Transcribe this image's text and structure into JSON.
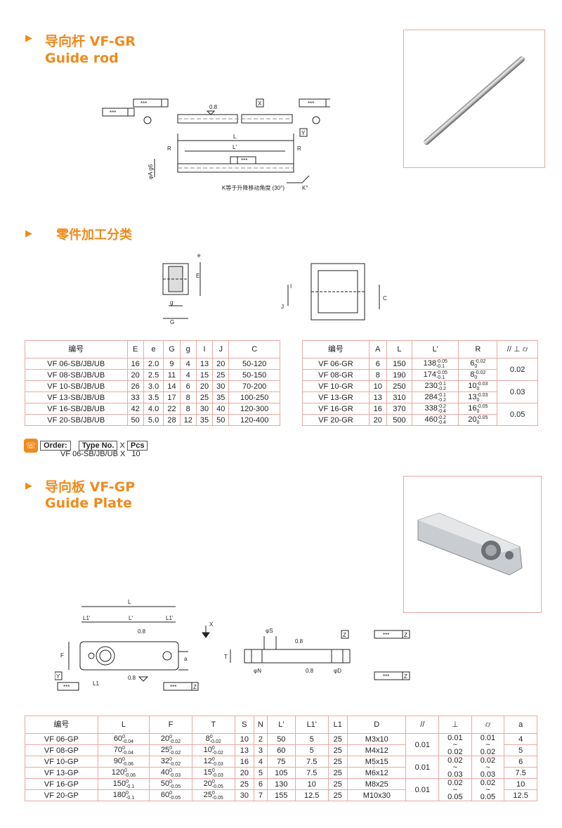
{
  "sec1": {
    "title_cn": "导向杆 VF-GR",
    "title_en": "Guide rod"
  },
  "sec1_drawing": {
    "datum_x": "X",
    "datum_y": "Y",
    "stars": "***",
    "finish": "0.8",
    "dim_L": "L",
    "dim_Lp": "L'",
    "dim_R1": "R",
    "dim_R2": "R",
    "dim_diam": "φA g6",
    "note": "K等于升降移动角度 (30°)",
    "k_angle": "K°"
  },
  "sec2": {
    "title_cn": "零件加工分类"
  },
  "sec2_drawing": {
    "e": "e",
    "E": "E",
    "g": "g",
    "G": "G",
    "I": "I",
    "J": "J",
    "C": "C"
  },
  "table1": {
    "headers": [
      "编号",
      "E",
      "e",
      "G",
      "g",
      "I",
      "J",
      "C"
    ],
    "rows": [
      [
        "VF 06-SB/JB/UB",
        "16",
        "2.0",
        "9",
        "4",
        "13",
        "20",
        "50-120"
      ],
      [
        "VF 08-SB/JB/UB",
        "20",
        "2.5",
        "11",
        "4",
        "15",
        "25",
        "50-150"
      ],
      [
        "VF 10-SB/JB/UB",
        "26",
        "3.0",
        "14",
        "6",
        "20",
        "30",
        "70-200"
      ],
      [
        "VF 13-SB/JB/UB",
        "33",
        "3.5",
        "17",
        "8",
        "25",
        "35",
        "100-250"
      ],
      [
        "VF 16-SB/JB/UB",
        "42",
        "4.0",
        "22",
        "8",
        "30",
        "40",
        "120-300"
      ],
      [
        "VF 20-SB/JB/UB",
        "50",
        "5.0",
        "28",
        "12",
        "35",
        "50",
        "120-400"
      ]
    ]
  },
  "table2": {
    "headers": [
      "编号",
      "A",
      "L",
      "L'",
      "R",
      "// ⊥ ⌭"
    ],
    "rows": [
      {
        "code": "VF 06-GR",
        "A": "6",
        "L": "150",
        "Lp": "138",
        "Lp_up": "-0.05",
        "Lp_lo": "-0.1",
        "R": "6",
        "R_up": "-0.02",
        "R_lo": "0"
      },
      {
        "code": "VF 08-GR",
        "A": "8",
        "L": "190",
        "Lp": "174",
        "Lp_up": "-0.05",
        "Lp_lo": "-0.1",
        "R": "8",
        "R_up": "-0.02",
        "R_lo": "0"
      },
      {
        "code": "VF 10-GR",
        "A": "10",
        "L": "250",
        "Lp": "230",
        "Lp_up": "-0.1",
        "Lp_lo": "-0.2",
        "R": "10",
        "R_up": "-0.03",
        "R_lo": "0"
      },
      {
        "code": "VF 13-GR",
        "A": "13",
        "L": "310",
        "Lp": "284",
        "Lp_up": "-0.1",
        "Lp_lo": "-0.2",
        "R": "13",
        "R_up": "-0.03",
        "R_lo": "0"
      },
      {
        "code": "VF 16-GR",
        "A": "16",
        "L": "370",
        "Lp": "338",
        "Lp_up": "-0.2",
        "Lp_lo": "-0.4",
        "R": "16",
        "R_up": "-0.05",
        "R_lo": "0"
      },
      {
        "code": "VF 20-GR",
        "A": "20",
        "L": "500",
        "Lp": "460",
        "Lp_up": "-0.2",
        "Lp_lo": "-0.4",
        "R": "20",
        "R_up": "-0.05",
        "R_lo": "0"
      }
    ],
    "tol_groups": [
      "0.02",
      "0.03",
      "0.05"
    ]
  },
  "order": {
    "label": "Order:",
    "type_no": "Type No.",
    "x": "X",
    "pcs": "Pcs",
    "example_code": "VF 06-SB/JB/UB",
    "example_x": "X",
    "example_qty": "10"
  },
  "sec3": {
    "title_cn": "导向板 VF-GP",
    "title_en": "Guide Plate"
  },
  "sec3_drawing": {
    "L": "L",
    "L1p_a": "L1'",
    "Lp": "L'",
    "L1p_b": "L1'",
    "finish": "0.8",
    "X": "X",
    "F": "F",
    "a": "a",
    "Y": "Y",
    "L1": "L1",
    "stars": "***",
    "Z": "Z",
    "phiS": "φS",
    "T": "T",
    "phiN": "φN",
    "phiD": "φD"
  },
  "table3": {
    "headers": [
      "编号",
      "L",
      "F",
      "T",
      "S",
      "N",
      "L'",
      "L1'",
      "L1",
      "D",
      "//",
      "⊥",
      "⌭",
      "a"
    ],
    "rows": [
      {
        "code": "VF 06-GP",
        "L": "60",
        "L_up": "0",
        "L_lo": "-0.04",
        "F": "20",
        "F_up": "0",
        "F_lo": "-0.02",
        "T": "8",
        "T_up": "0",
        "T_lo": "-0.02",
        "S": "10",
        "N": "2",
        "Lp": "50",
        "L1p": "5",
        "L1": "25",
        "D": "M3x10",
        "a": "4"
      },
      {
        "code": "VF 08-GP",
        "L": "70",
        "L_up": "0",
        "L_lo": "-0.04",
        "F": "25",
        "F_up": "0",
        "F_lo": "-0.02",
        "T": "10",
        "T_up": "0",
        "T_lo": "-0.02",
        "S": "13",
        "N": "3",
        "Lp": "60",
        "L1p": "5",
        "L1": "25",
        "D": "M4x12",
        "a": "5"
      },
      {
        "code": "VF 10-GP",
        "L": "90",
        "L_up": "0",
        "L_lo": "-0.06",
        "F": "32",
        "F_up": "0",
        "F_lo": "-0.02",
        "T": "12",
        "T_up": "0",
        "T_lo": "-0.03",
        "S": "16",
        "N": "4",
        "Lp": "75",
        "L1p": "7.5",
        "L1": "25",
        "D": "M5x15",
        "a": "6"
      },
      {
        "code": "VF 13-GP",
        "L": "120",
        "L_up": "0",
        "L_lo": "-0.06",
        "F": "40",
        "F_up": "0",
        "F_lo": "-0.03",
        "T": "15",
        "T_up": "0",
        "T_lo": "-0.03",
        "S": "20",
        "N": "5",
        "Lp": "105",
        "L1p": "7.5",
        "L1": "25",
        "D": "M6x12",
        "a": "7.5"
      },
      {
        "code": "VF 16-GP",
        "L": "150",
        "L_up": "0",
        "L_lo": "-0.1",
        "F": "50",
        "F_up": "0",
        "F_lo": "-0.05",
        "T": "20",
        "T_up": "0",
        "T_lo": "-0.05",
        "S": "25",
        "N": "6",
        "Lp": "130",
        "L1p": "10",
        "L1": "25",
        "D": "M8x25",
        "a": "10"
      },
      {
        "code": "VF 20-GP",
        "L": "180",
        "L_up": "0",
        "L_lo": "-0.1",
        "F": "60",
        "F_up": "0",
        "F_lo": "-0.05",
        "T": "25",
        "T_up": "0",
        "T_lo": "-0.05",
        "S": "30",
        "N": "7",
        "Lp": "155",
        "L1p": "12.5",
        "L1": "25",
        "D": "M10x30",
        "a": "12.5"
      }
    ],
    "par": [
      "0.01",
      "0.01",
      "0.01"
    ],
    "perp": [
      "0.01",
      "0.02",
      "0.02",
      "0.03",
      "0.02",
      "0.05"
    ],
    "cyl": [
      "0.01",
      "0.02",
      "0.02",
      "0.03",
      "0.02",
      "0.05"
    ],
    "tilde": "~"
  }
}
